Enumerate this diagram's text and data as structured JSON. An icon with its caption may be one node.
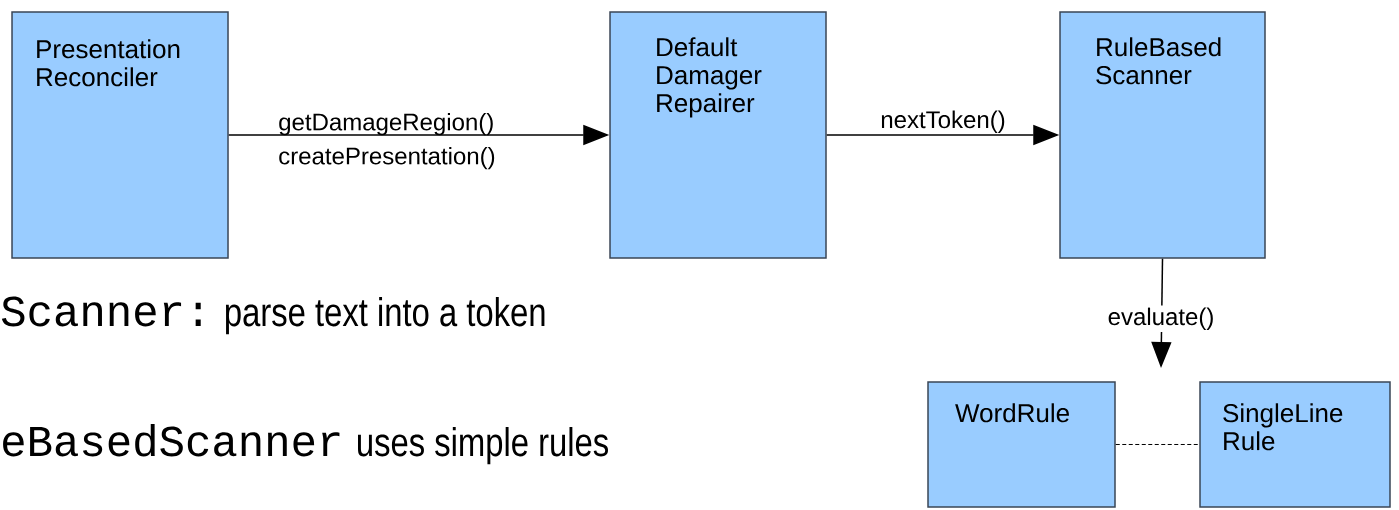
{
  "diagram": {
    "nodes": [
      {
        "text": [
          "Presentation Reconciler"
        ]
      },
      {
        "text": [
          "Default Damager Repairer"
        ]
      },
      {
        "text": [
          "RuleBased Scanner"
        ]
      },
      {
        "text": [
          "WordRule"
        ]
      },
      {
        "text": [
          "SingleLine Rule"
        ]
      }
    ],
    "edges": [
      {
        "from": 0,
        "to": 1,
        "arrow": "to",
        "label": "getDamageRegion() createPresentation()"
      },
      {
        "from": 1,
        "to": 2,
        "arrow": "to",
        "label": "nextToken()"
      },
      {
        "from": 2,
        "to": null,
        "arrow": "to",
        "label": "evaluate()"
      },
      {
        "from": 3,
        "to": 4,
        "arrow": "none",
        "style": "dashed"
      }
    ],
    "labels": [
      "Scanner:",
      "parse text into a token",
      "eBasedScanner",
      "uses simple rules"
    ]
  }
}
